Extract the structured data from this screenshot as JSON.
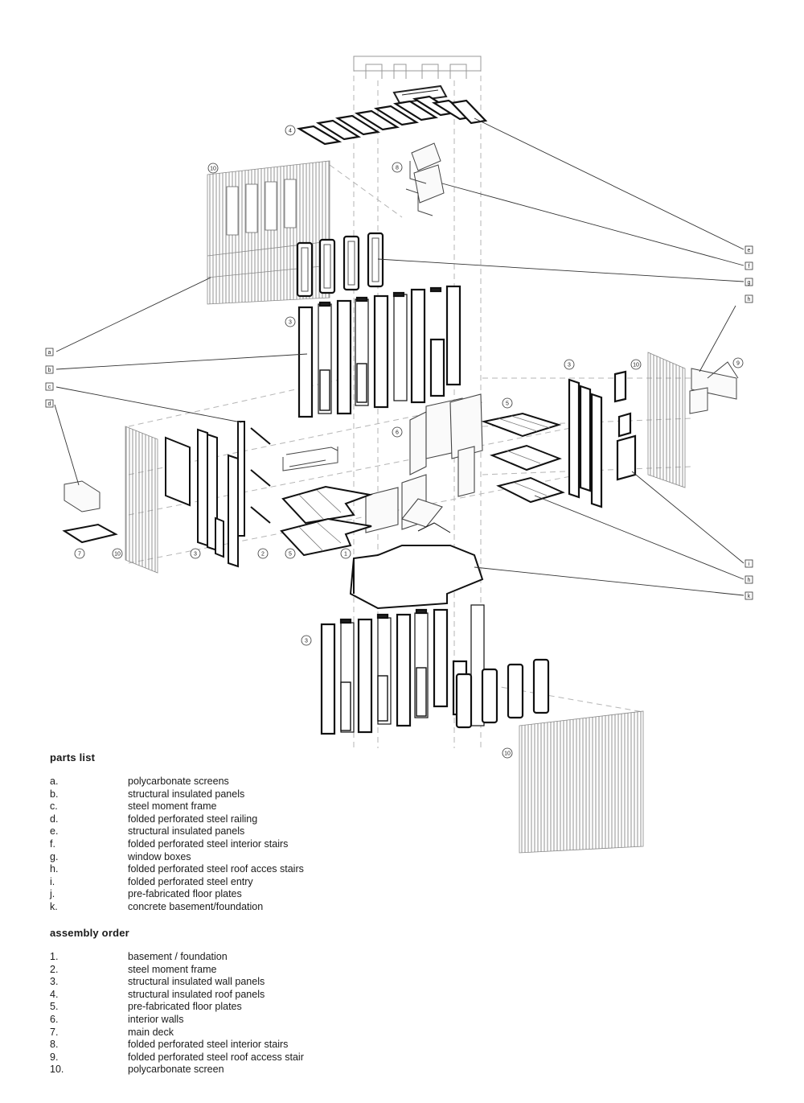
{
  "diagram": {
    "numbers": [
      {
        "id": "n4",
        "text": "4"
      },
      {
        "id": "n10a",
        "text": "10"
      },
      {
        "id": "n8",
        "text": "8"
      },
      {
        "id": "n3a",
        "text": "3"
      },
      {
        "id": "n3b",
        "text": "3"
      },
      {
        "id": "n10b",
        "text": "10"
      },
      {
        "id": "n9",
        "text": "9"
      },
      {
        "id": "n5a",
        "text": "5"
      },
      {
        "id": "n6",
        "text": "6"
      },
      {
        "id": "n7",
        "text": "7"
      },
      {
        "id": "n10c",
        "text": "10"
      },
      {
        "id": "n3c",
        "text": "3"
      },
      {
        "id": "n2",
        "text": "2"
      },
      {
        "id": "n5b",
        "text": "5"
      },
      {
        "id": "n1",
        "text": "1"
      },
      {
        "id": "n3d",
        "text": "3"
      },
      {
        "id": "n10d",
        "text": "10"
      }
    ],
    "letters": [
      {
        "id": "la",
        "text": "a"
      },
      {
        "id": "lb",
        "text": "b"
      },
      {
        "id": "lc",
        "text": "c"
      },
      {
        "id": "ld",
        "text": "d"
      },
      {
        "id": "le",
        "text": "e"
      },
      {
        "id": "lf",
        "text": "f"
      },
      {
        "id": "lg",
        "text": "g"
      },
      {
        "id": "lh1",
        "text": "h"
      },
      {
        "id": "li",
        "text": "i"
      },
      {
        "id": "lh2",
        "text": "h"
      },
      {
        "id": "lk",
        "text": "k"
      }
    ]
  },
  "parts": {
    "title": "parts list",
    "items": [
      {
        "key": "a.",
        "text": "polycarbonate screens"
      },
      {
        "key": "b.",
        "text": "structural insulated panels"
      },
      {
        "key": "c.",
        "text": "steel moment frame"
      },
      {
        "key": "d.",
        "text": "folded perforated steel railing"
      },
      {
        "key": "e.",
        "text": "structural insulated panels"
      },
      {
        "key": "f.",
        "text": "folded perforated steel interior stairs"
      },
      {
        "key": "g.",
        "text": "window boxes"
      },
      {
        "key": "h.",
        "text": "folded perforated steel roof acces stairs"
      },
      {
        "key": "i.",
        "text": "folded perforated steel entry"
      },
      {
        "key": "j.",
        "text": "pre-fabricated floor plates"
      },
      {
        "key": "k.",
        "text": "concrete basement/foundation"
      }
    ]
  },
  "assembly": {
    "title": "assembly order",
    "items": [
      {
        "key": "1.",
        "text": "basement / foundation"
      },
      {
        "key": "2.",
        "text": "steel moment frame"
      },
      {
        "key": "3.",
        "text": "structural insulated wall panels"
      },
      {
        "key": "4.",
        "text": "structural insulated roof panels"
      },
      {
        "key": "5.",
        "text": "pre-fabricated floor plates"
      },
      {
        "key": "6.",
        "text": "interior walls"
      },
      {
        "key": "7.",
        "text": "main deck"
      },
      {
        "key": "8.",
        "text": "folded perforated steel interior stairs"
      },
      {
        "key": "9.",
        "text": "folded perforated steel roof access stair"
      },
      {
        "key": "10.",
        "text": "polycarbonate screen"
      }
    ]
  }
}
